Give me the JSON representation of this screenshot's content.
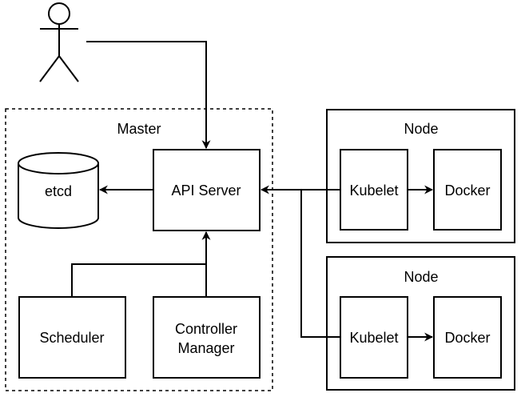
{
  "diagram": {
    "user_actor": "",
    "master": {
      "title": "Master",
      "api_server": "API Server",
      "etcd": "etcd",
      "scheduler": "Scheduler",
      "controller_manager": {
        "line1": "Controller",
        "line2": "Manager"
      }
    },
    "nodes": [
      {
        "title": "Node",
        "kubelet": "Kubelet",
        "docker": "Docker"
      },
      {
        "title": "Node",
        "kubelet": "Kubelet",
        "docker": "Docker"
      }
    ]
  },
  "colors": {
    "stroke": "#000000",
    "fill": "#ffffff",
    "text": "#000000"
  }
}
